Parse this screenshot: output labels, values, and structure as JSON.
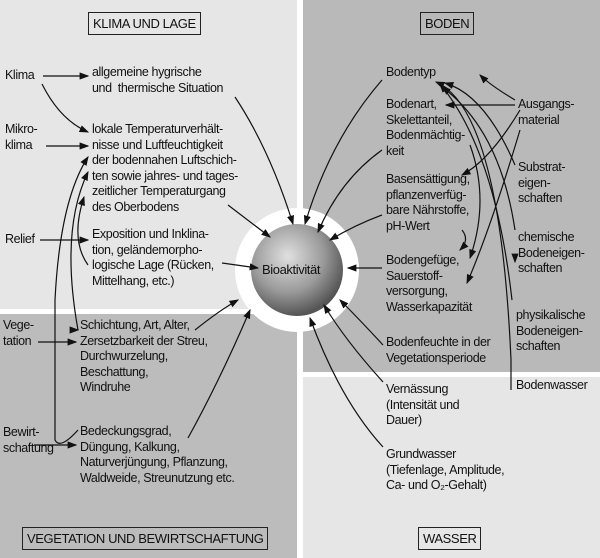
{
  "center": "Bioaktivität",
  "quadrants": {
    "klima": {
      "title": "KLIMA UND LAGE",
      "factors": [
        "Klima",
        "Mikro-\nklima",
        "Relief"
      ],
      "effects": [
        "allgemeine hygrische\nund  thermische Situation",
        "lokale Temperaturverhält-\nnisse und Luftfeuchtigkeit\nder bodennahen Luftschich-\nten sowie jahres- und tages-\nzeitlicher Temperaturgang\ndes Oberbodens",
        "Exposition und Inklina-\ntion, geländemorpho-\nlogische Lage (Rücken,\nMittelhang, etc.)"
      ]
    },
    "vegetation": {
      "title": "VEGETATION UND BEWIRTSCHAFTUNG",
      "factors": [
        "Vege-\ntation",
        "Bewirt-\nschaftung"
      ],
      "effects": [
        "Schichtung, Art, Alter,\nZersetzbarkeit der Streu,\nDurchwurzelung,\nBeschattung,\nWindruhe",
        "Bedeckungsgrad,\nDüngung, Kalkung,\nNaturverjüngung, Pflanzung,\nWaldweide, Streunutzung etc."
      ]
    },
    "boden": {
      "title": "BODEN",
      "effects": [
        "Bodentyp",
        "Bodenart,\nSkelettanteil,\nBodenmächtig-\nkeit",
        "Basensättigung,\npflanzenverfüg-\nbare Nährstoffe,\npH-Wert",
        "Bodengefüge,\nSauerstoff-\nversorgung,\nWasserkapazität",
        "Bodenfeuchte in der\nVegetationsperiode"
      ],
      "factors": [
        "Ausgangs-\nmaterial",
        "Substrat-\neigen-\nschaften",
        "chemische\nBodeneigen-\nschaften",
        "physikalische\nBodeneigen-\nschaften",
        "Bodenwasser"
      ]
    },
    "wasser": {
      "title": "WASSER",
      "effects": [
        "Vernässung\n(Intensität und\nDauer)",
        "Grundwasser\n(Tiefenlage, Amplitude,\nCa- und O₂-Gehalt)"
      ]
    }
  },
  "colors": {
    "light": "#e6e6e6",
    "dark": "#bababa"
  }
}
